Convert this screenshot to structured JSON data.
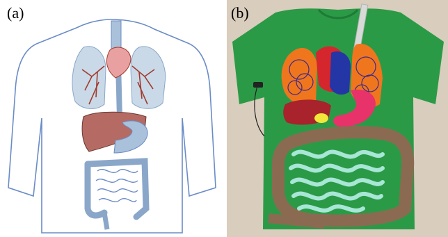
{
  "figure": {
    "panel_a": {
      "label": "(a)",
      "description_icon": "torso-organs-diagram"
    },
    "panel_b": {
      "label": "(b)",
      "description_icon": "tshirt-organ-model-photo"
    }
  },
  "colors": {
    "lung_fill": "#c9d9e8",
    "outline_blue": "#4e74b8",
    "vessel_red": "#a23b2e",
    "liver_fill": "#b56b63",
    "shirt_green": "#2b9a46",
    "rug_beige": "#d9cdbd",
    "intestine_teal": "#a8e6d6",
    "colon_brown": "#8a6b52",
    "lung_orange": "#f0761e",
    "heart_red": "#d6262d",
    "heart_blue": "#2436a6",
    "stomach_pink": "#e8326a"
  }
}
